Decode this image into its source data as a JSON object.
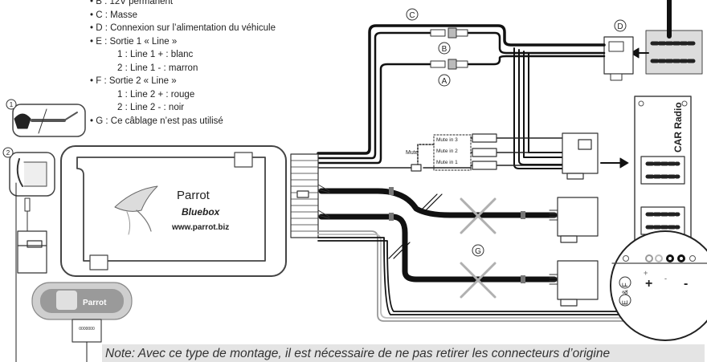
{
  "legend": [
    {
      "bullet": "•",
      "text": "B : 12V permanent"
    },
    {
      "bullet": "•",
      "text": "C : Masse"
    },
    {
      "bullet": "•",
      "text": "D : Connexion sur l’alimentation du véhicule"
    },
    {
      "bullet": "•",
      "text": "E : Sortie 1 « Line »"
    },
    {
      "bullet": "",
      "text": "1 : Line 1 + : blanc",
      "sub": true
    },
    {
      "bullet": "",
      "text": "2 : Line 1 - : marron",
      "sub": true
    },
    {
      "bullet": "•",
      "text": "F : Sortie 2 « Line »"
    },
    {
      "bullet": "",
      "text": "1 : Line 2 + : rouge",
      "sub": true
    },
    {
      "bullet": "",
      "text": "2 : Line 2 - : noir",
      "sub": true
    },
    {
      "bullet": "•",
      "text": "G : Ce câblage n’est pas utilisé"
    }
  ],
  "labels": {
    "A": "A",
    "B": "B",
    "C": "C",
    "D": "D",
    "G": "G",
    "E": "E",
    "F": "F",
    "step1": "1",
    "step2": "2",
    "mute": "Mute",
    "mute_in_3": "Mute in 3",
    "mute_in_2": "Mute in 2",
    "mute_in_1": "Mute in 1",
    "et": "&",
    "plus": "+",
    "plus_small": "+",
    "minus": "-",
    "minus_big": "-"
  },
  "bluebox": {
    "brand": "Parrot",
    "model": "Bluebox",
    "url": "www.parrot.biz"
  },
  "display": {
    "brand": "Parrot",
    "code": "0000000"
  },
  "car_radio": {
    "label": "CAR Radio"
  },
  "note": "Note: Avec ce type de montage, il est nécessaire de ne pas retirer les connecteurs d’origine",
  "colors": {
    "cable_black": "#111111",
    "cable_grey": "#999999",
    "note_bg": "#e4e4e4",
    "cross": "#b0b0b0"
  }
}
